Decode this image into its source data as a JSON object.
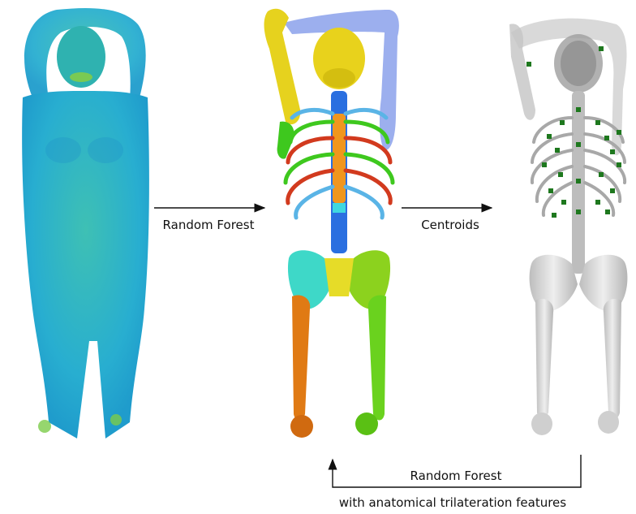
{
  "labels": {
    "arrow1": "Random Forest",
    "arrow2": "Centroids",
    "feedback_line1": "Random Forest",
    "feedback_line2": "with anatomical trilateration features"
  },
  "panels": [
    {
      "name": "ct-volume-rendering",
      "description_colors": {
        "skin": "#28b4c8",
        "highlight": "#54c85a"
      }
    },
    {
      "name": "segmented-skeleton",
      "description_colors": {
        "skull": "#e6d21e",
        "left-arm": "#e6dc28",
        "right-arm": "#4a6ee0",
        "spine": "#2a6fe0",
        "pelvis-left": "#3ed8c8",
        "pelvis-right": "#8cd21e",
        "femur-left": "#e07a14",
        "femur-right": "#6ad21e",
        "ribs-red": "#d23a1e",
        "ribs-green": "#3ec81e",
        "ribs-blue": "#5ab4e6",
        "sternum": "#f0961e"
      }
    },
    {
      "name": "centroid-skeleton",
      "description_colors": {
        "bone": "#c8c8c8",
        "centroid": "#1e781e"
      }
    }
  ]
}
